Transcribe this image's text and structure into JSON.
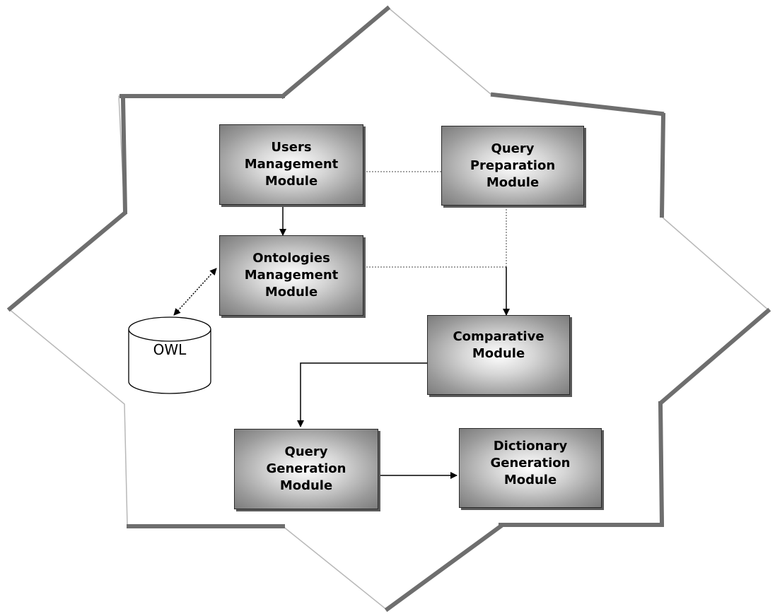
{
  "modules": {
    "users": [
      "Users",
      "Management",
      "Module"
    ],
    "query_preparation": [
      "Query",
      "Preparation",
      "Module"
    ],
    "ontologies": [
      "Ontologies",
      "Management",
      "Module"
    ],
    "comparative": [
      "Comparative",
      "Module"
    ],
    "query_generation": [
      "Query",
      "Generation",
      "Module"
    ],
    "dictionary": [
      "Dictionary",
      "Generation",
      "Module"
    ]
  },
  "database": {
    "label": "OWL"
  },
  "colors": {
    "outline": "#6e6e6e",
    "outline_light": "#b8b8b8",
    "box_border": "#2a2a2a"
  }
}
